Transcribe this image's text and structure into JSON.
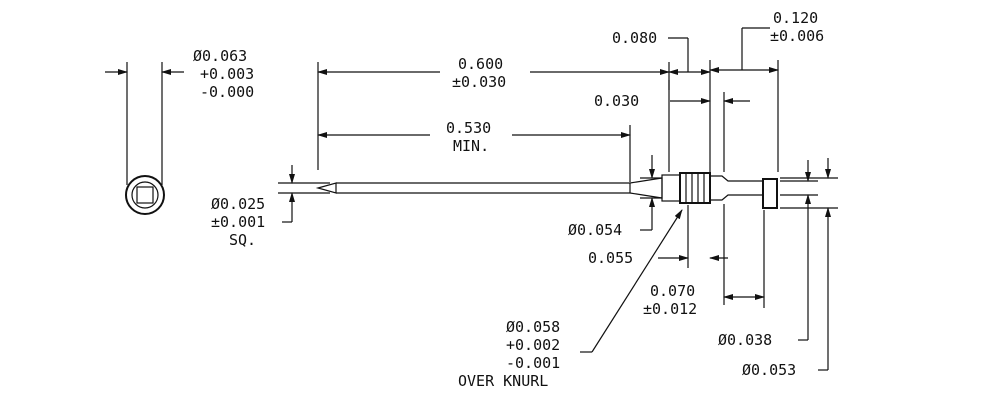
{
  "labels": {
    "end_dia": "Ø0.063",
    "end_tol_plus": "+0.003",
    "end_tol_minus": "-0.000",
    "len_600": "0.600",
    "len_600_tol": "±0.030",
    "len_530": "0.530",
    "len_530_note": "MIN.",
    "len_080": "0.080",
    "len_120": "0.120",
    "len_120_tol": "±0.006",
    "len_030": "0.030",
    "sq_dia": "Ø0.025",
    "sq_tol": "±0.001",
    "sq_note": "SQ.",
    "dia_054": "Ø0.054",
    "len_055": "0.055",
    "len_070": "0.070",
    "len_070_tol": "±0.012",
    "knurl_dia": "Ø0.058",
    "knurl_tol_plus": "+0.002",
    "knurl_tol_minus": "-0.001",
    "knurl_note": "OVER KNURL",
    "dia_038": "Ø0.038",
    "dia_053": "Ø0.053"
  }
}
